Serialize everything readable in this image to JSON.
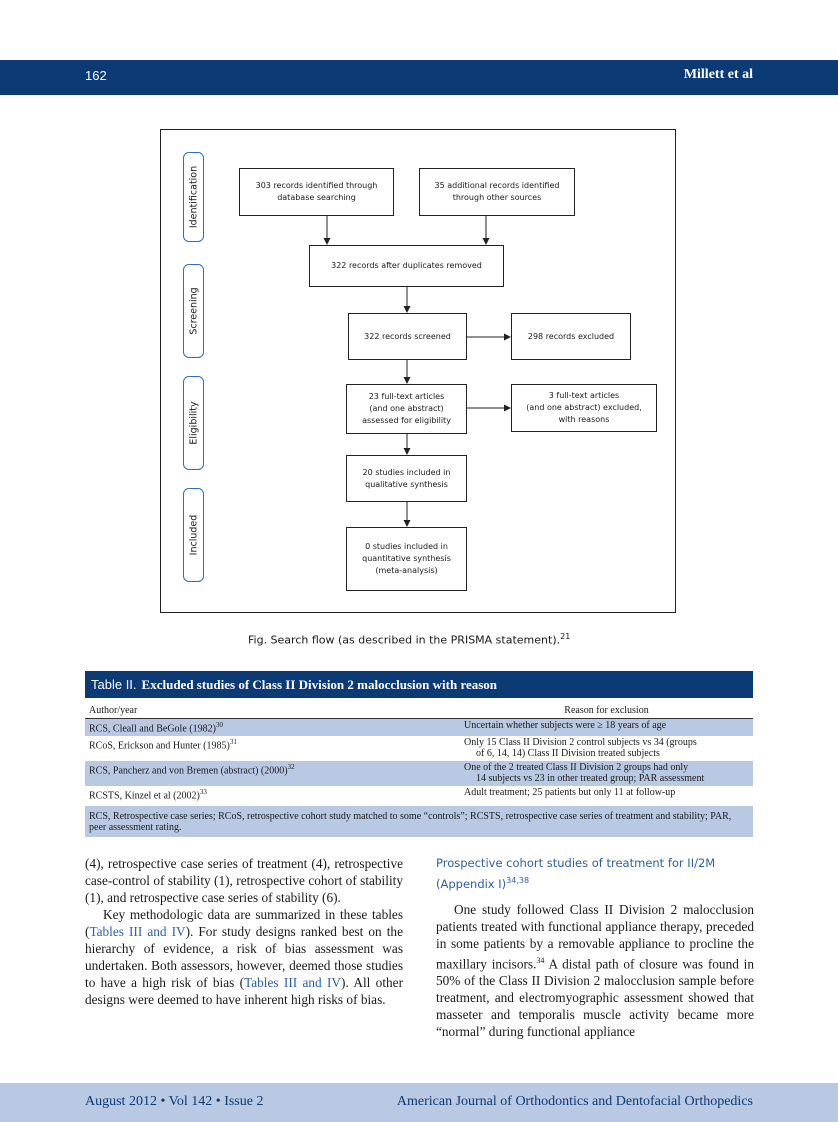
{
  "header": {
    "page_number": "162",
    "authors": "Millett et al"
  },
  "figure": {
    "stages": [
      "Identification",
      "Screening",
      "Eligibility",
      "Included"
    ],
    "boxes": {
      "db_search": "303 records identified through\ndatabase searching",
      "other_sources": "35 additional records identified\nthrough other sources",
      "after_duplicates": "322 records after duplicates removed",
      "screened": "322 records screened",
      "excluded": "298 records excluded",
      "fulltext": "23 full-text articles\n(and one abstract)\nassessed for eligibility",
      "fulltext_excluded": "3 full-text articles\n(and one abstract) excluded,\nwith reasons",
      "qualitative": "20 studies included in\nqualitative synthesis",
      "quantitative": "0 studies included in\nquantitative synthesis\n(meta-analysis)"
    },
    "caption": "Fig. Search flow (as described in the PRISMA statement).",
    "caption_ref": "21"
  },
  "table": {
    "label": "Table II.",
    "title": "Excluded studies of Class II Division 2 malocclusion with reason",
    "col1_header": "Author/year",
    "col2_header": "Reason for exclusion",
    "rows": [
      {
        "author": "RCS, Cleall and BeGole (1982)",
        "ref": "30",
        "reason": "Uncertain whether subjects were ≥ 18 years of age",
        "reason2": ""
      },
      {
        "author": "RCoS, Erickson and Hunter (1985)",
        "ref": "31",
        "reason": "Only 15 Class II Division 2 control subjects vs 34 (groups",
        "reason2": "of 6, 14, 14) Class II Division treated subjects"
      },
      {
        "author": "RCS, Pancherz and von Bremen (abstract) (2000)",
        "ref": "32",
        "reason": "One of the 2 treated Class II Division 2 groups had only",
        "reason2": "14 subjects vs 23 in other treated group; PAR assessment"
      },
      {
        "author": "RCSTS, Kinzel et al (2002)",
        "ref": "33",
        "reason": "Adult treatment; 25 patients but only 11 at follow-up",
        "reason2": ""
      }
    ],
    "footnote": "RCS, Retrospective case series; RCoS, retrospective cohort study matched to some “controls”; RCSTS, retrospective case series of treatment and stability; PAR, peer assessment rating."
  },
  "body_left": {
    "p1": "(4), retrospective case series of treatment (4), retrospective case-control of stability (1), retrospective cohort of stability (1), and retrospective case series of stability (6).",
    "p2_a": "Key methodologic data are summarized in these tables (",
    "p2_link1": "Tables III and IV",
    "p2_b": "). For study designs ranked best on the hierarchy of evidence, a risk of bias assessment was undertaken. Both assessors, however, deemed those studies to have a high risk of bias (",
    "p2_link2": "Tables III and IV",
    "p2_c": "). All other designs were deemed to have inherent high risks of bias."
  },
  "body_right": {
    "subhead": "Prospective cohort studies of treatment for II/2M (Appendix I)",
    "subhead_ref": "34,38",
    "p1_a": "One study followed Class II Division 2 malocclusion patients treated with functional appliance therapy, preceded in some patients by a removable appliance to procline the maxillary incisors.",
    "p1_ref": "34",
    "p1_b": " A distal path of closure was found in 50% of the Class II Division 2 malocclusion sample before treatment, and electromyographic assessment showed that masseter and temporalis muscle activity became more “normal” during functional appliance"
  },
  "footer": {
    "issue": "August 2012 • Vol 142 • Issue 2",
    "journal": "American Journal of Orthodontics and Dentofacial Orthopedics"
  }
}
